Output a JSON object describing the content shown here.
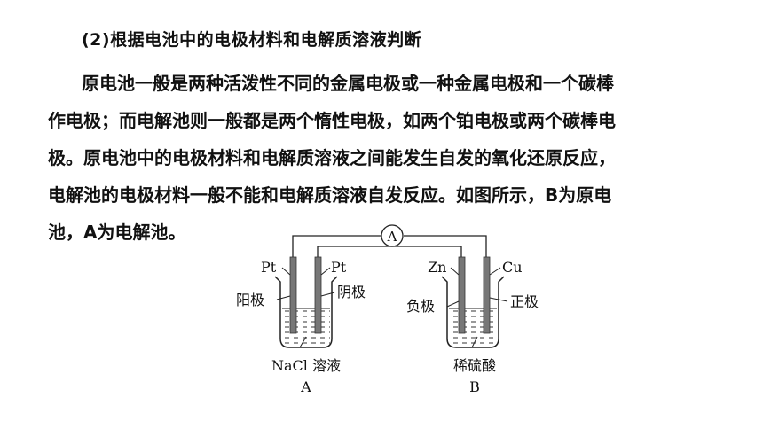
{
  "heading": "(2)根据电池中的电极材料和电解质溶液判断",
  "paragraph_lines": [
    "原电池一般是两种活泼性不同的金属电极或一种金属电极和一个碳棒",
    "作电极；而电解池则一般都是两个惰性电极，如两个铂电极或两个碳棒电",
    "极。原电池中的电极材料和电解质溶液之间能发生自发的氧化还原反应，",
    "电解池的电极材料一般不能和电解质溶液自发反应。如图所示，B为原电",
    "池，A为电解池。"
  ],
  "figure": {
    "ammeter": "A",
    "cell_a": {
      "left_electrode": "Pt",
      "right_electrode": "Pt",
      "left_label": "阳极",
      "right_label": "阴极",
      "solution": "NaCl 溶液",
      "name": "A"
    },
    "cell_b": {
      "left_electrode": "Zn",
      "right_electrode": "Cu",
      "left_label": "负极",
      "right_label": "正极",
      "solution": "稀硫酸",
      "name": "B"
    }
  }
}
